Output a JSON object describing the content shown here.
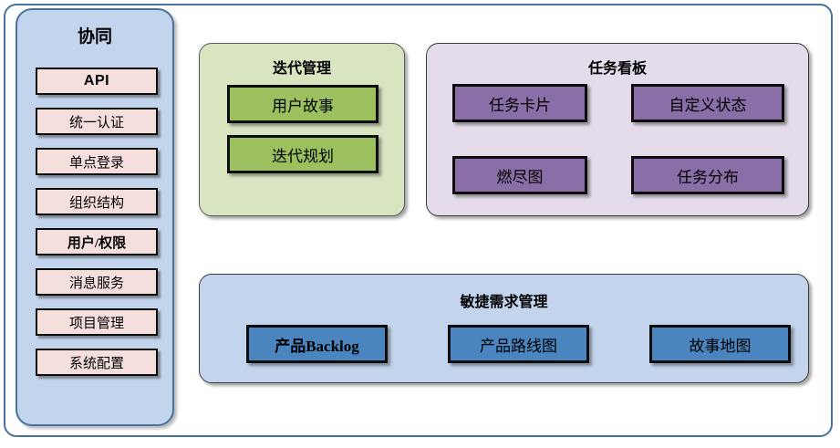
{
  "diagram": {
    "type": "architecture-block-diagram",
    "background_color": "#ffffff",
    "frame_border_color": "#4872a0"
  },
  "sidebar": {
    "title": "协同",
    "background_color": "#c3d5ec",
    "item_color": "#f4dfdd",
    "items": [
      {
        "label": "API",
        "style": "bold-latin"
      },
      {
        "label": "统一认证",
        "style": "serif"
      },
      {
        "label": "单点登录",
        "style": "serif"
      },
      {
        "label": "组织结构",
        "style": "serif"
      },
      {
        "label": "用户/权限",
        "style": "serif-bold"
      },
      {
        "label": "消息服务",
        "style": "serif"
      },
      {
        "label": "项目管理",
        "style": "serif"
      },
      {
        "label": "系统配置",
        "style": "serif"
      }
    ]
  },
  "panels": [
    {
      "id": "iteration",
      "title": "迭代管理",
      "background_color": "#d9e5c1",
      "chip_color": "#9cc05e",
      "chips": [
        {
          "label": "用户故事"
        },
        {
          "label": "迭代规划"
        }
      ]
    },
    {
      "id": "taskboard",
      "title": "任务看板",
      "background_color": "#e4dcea",
      "chip_color": "#8a6ea8",
      "chips": [
        {
          "label": "任务卡片"
        },
        {
          "label": "自定义状态"
        },
        {
          "label": "燃尽图"
        },
        {
          "label": "任务分布"
        }
      ]
    },
    {
      "id": "agile",
      "title": "敏捷需求管理",
      "background_color": "#c3d5ec",
      "chip_color": "#4a85c0",
      "chips": [
        {
          "label": "产品Backlog"
        },
        {
          "label": "产品路线图"
        },
        {
          "label": "故事地图"
        }
      ]
    }
  ]
}
